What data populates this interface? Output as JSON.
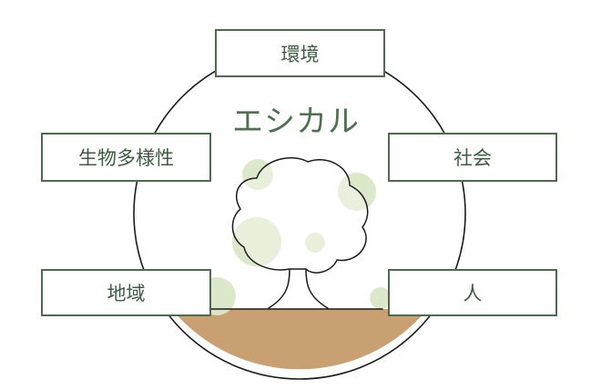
{
  "title": "エシカル",
  "labels": {
    "environment": "環境",
    "biodiversity": "生物多様性",
    "society": "社会",
    "region": "地域",
    "people": "人"
  },
  "colors": {
    "border": "#4d6b4f",
    "text": "#3d5c40",
    "ground": "#c9a071",
    "leaf_blob": "#dbe7c8",
    "outline": "#1a1a1a"
  },
  "icons": [
    "tree-icon",
    "ground-icon"
  ]
}
